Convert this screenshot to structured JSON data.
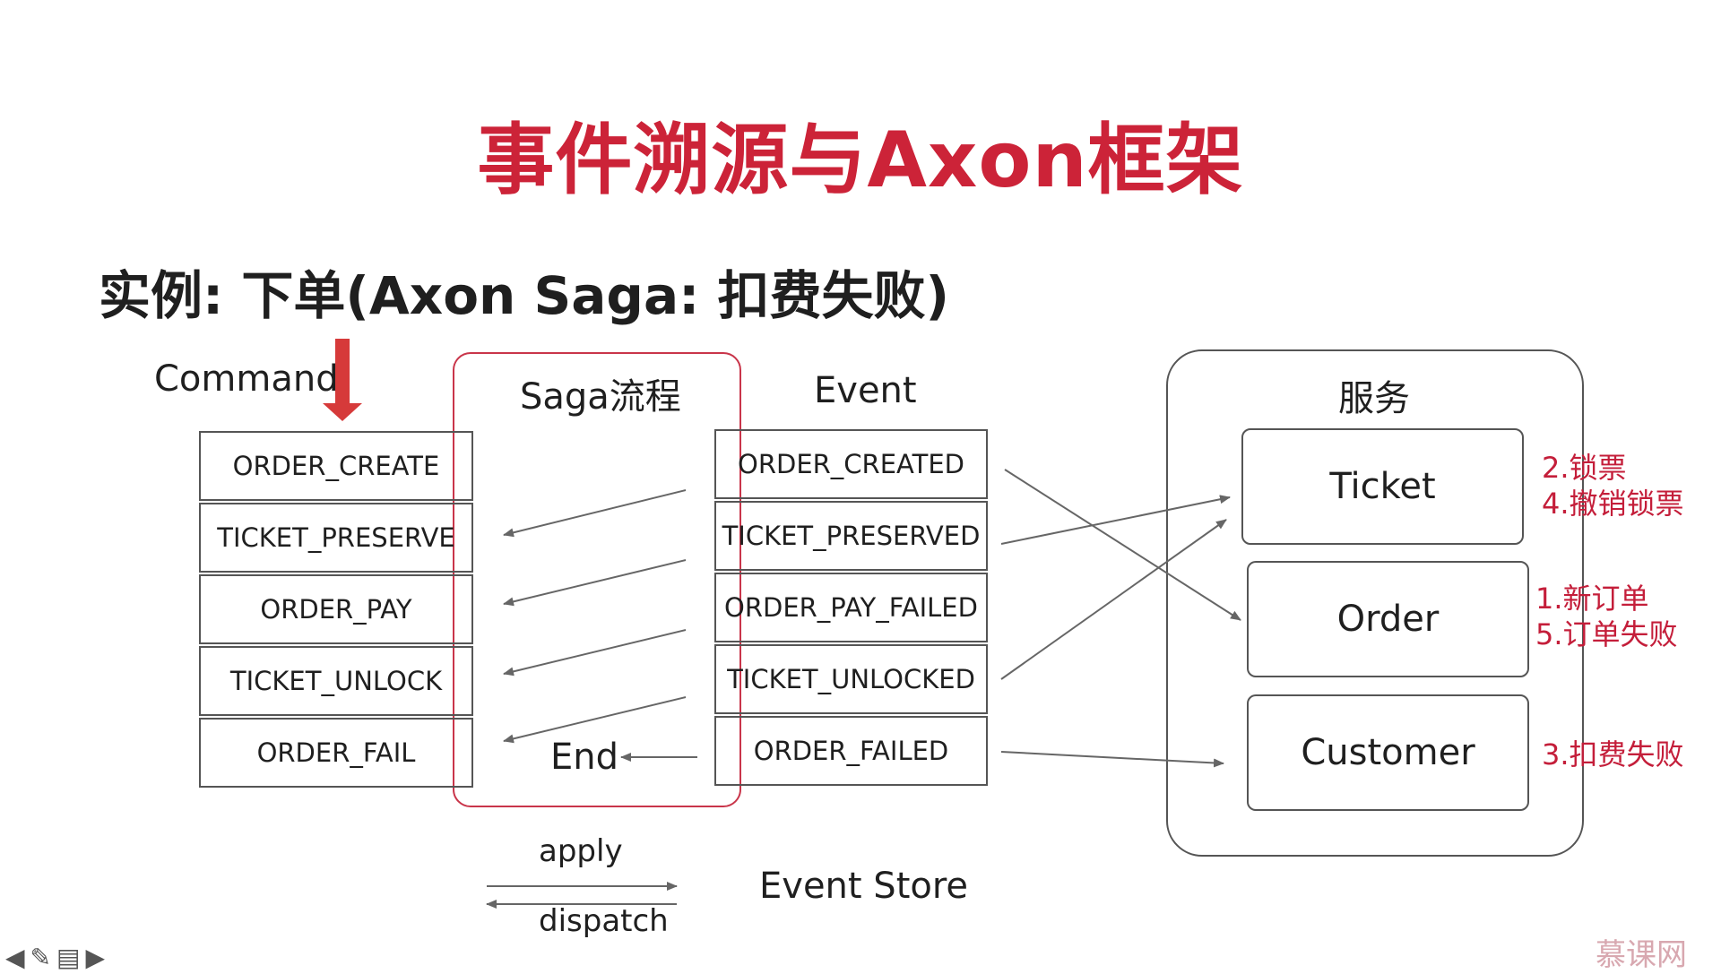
{
  "title": "事件溯源与Axon框架",
  "subtitle": "实例: 下单(Axon Saga: 扣费失败)",
  "headers": {
    "command": "Command",
    "saga": "Saga流程",
    "event": "Event",
    "services": "服务"
  },
  "commands": [
    "ORDER_CREATE",
    "TICKET_PRESERVE",
    "ORDER_PAY",
    "TICKET_UNLOCK",
    "ORDER_FAIL"
  ],
  "events": [
    "ORDER_CREATED",
    "TICKET_PRESERVED",
    "ORDER_PAY_FAILED",
    "TICKET_UNLOCKED",
    "ORDER_FAILED"
  ],
  "saga_end": "End",
  "services": {
    "ticket": "Ticket",
    "order": "Order",
    "customer": "Customer"
  },
  "notes": {
    "ticket": [
      "2.锁票",
      "4.撤销锁票"
    ],
    "order": [
      "1.新订单",
      "5.订单失败"
    ],
    "customer": [
      "3.扣费失败"
    ]
  },
  "legend": {
    "apply": "apply",
    "dispatch": "dispatch",
    "event_store": "Event Store"
  },
  "colors": {
    "accent": "#cc2338",
    "note": "#c41e3a",
    "arrow": "#666666",
    "command_arrow": "#d63a3a"
  },
  "toolbar": [
    "prev-icon",
    "pen-icon",
    "menu-icon",
    "next-icon"
  ],
  "watermark": "慕课网"
}
